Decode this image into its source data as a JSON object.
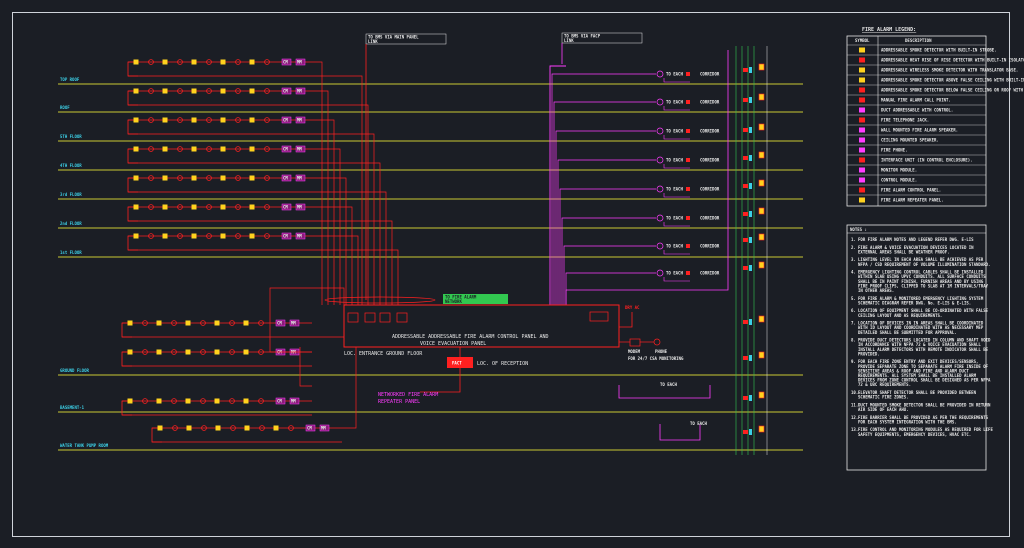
{
  "colors": {
    "background": "#1b1e25",
    "red": "#ff2020",
    "magenta": "#ff3cff",
    "yellow": "#c8c832",
    "cyan": "#3ccfe6",
    "white": "#e8e8e8",
    "green": "#32c850"
  },
  "floors": {
    "upper": [
      "TOP ROOF",
      "ROOF",
      "5TH FLOOR",
      "4TH FLOOR",
      "3rd FLOOR",
      "2nd FLOOR",
      "1st FLOOR"
    ],
    "lower": [
      "GROUND FLOOR",
      "BASEMENT-1",
      "WATER TANK PUMP ROOM"
    ]
  },
  "panel": {
    "title_line1": "ADDRESSABLE ADDRESSABLE FIRE ALARM CONTROL PANEL AND",
    "title_line2": "VOICE EVACUATION PANEL",
    "location": "LOC. ENTRANCE GROUND FLOOR",
    "fact_label": "FACT",
    "fact_location": "LOC. OF RECEPTION",
    "repeater_line1": "NETWORKED FIRE ALARM",
    "repeater_line2": "REPEATER PANEL",
    "modem_label": "MODEM",
    "phone_label": "PHONE",
    "monitoring": "FOR 24/7 CSA MONITORING"
  },
  "voice_risers": {
    "labels": [
      "TO EACH",
      "TO EACH",
      "TO EACH",
      "TO EACH",
      "TO EACH",
      "TO EACH",
      "TO EACH",
      "TO EACH"
    ],
    "corridor": [
      "CORRIDOR",
      "CORRIDOR",
      "CORRIDOR",
      "CORRIDOR",
      "CORRIDOR",
      "CORRIDOR",
      "CORRIDOR",
      "CORRIDOR"
    ],
    "lower_labels": [
      "TO EACH",
      "TO EACH"
    ]
  },
  "legend": {
    "title": "FIRE ALARM LEGEND:",
    "col_symbol": "SYMBOL",
    "col_description": "DESCRIPTION",
    "rows": [
      "ADDRESSABLE SMOKE DETECTOR WITH BUILT-IN STROBE.",
      "ADDRESSABLE HEAT RISE OF RISE DETECTOR WITH BUILT-IN ISOLATOR.",
      "ADDRESSABLE WIRELESS SMOKE DETECTOR WITH TRANSLATOR BASE.",
      "ADDRESSABLE SMOKE DETECTOR ABOVE FALSE CEILING WITH BUILT-IN ISOLATOR & WITH LED LAMP INDICATOR.",
      "ADDRESSABLE SMOKE DETECTOR BELOW FALSE CEILING OR ROOF WITH BUILT-IN ISOLATOR & WITH LED LAMP INDICATOR.",
      "MANUAL FIRE ALARM CALL POINT.",
      "DUCT ADDRESSABLE WITH CONTROL.",
      "FIRE TELEPHONE JACK.",
      "WALL MOUNTED FIRE ALARM SPEAKER.",
      "CEILING MOUNTED SPEAKER.",
      "FIRE PHONE.",
      "INTERFACE UNIT (IN CONTROL ENCLOSURE).",
      "MONITOR MODULE.",
      "CONTROL MODULE.",
      "FIRE ALARM CONTROL PANEL.",
      "FIRE ALARM REPEATER PANEL."
    ]
  },
  "notes": {
    "title": "NOTES :",
    "items": [
      "FOR FIRE ALARM NOTES AND LEGEND REFER DWG. E-LIS",
      "FIRE ALARM & VOICE EVACUATION DEVICES LOCATED IN EXTERNAL AREAS SHALL BE WEATHER PROOF.",
      "LIGHTING LEVEL IN EACH AREA SHALL BE ACHIEVED AS PER NFPA / CSD REQUIREMENT OF VOLUME ILLUMINATION STANDARD.",
      "EMERGENCY LIGHTING CONTROL CABLES SHALL BE INSTALLED WITHIN SLAB USING UPVC CONDUITS. ALL SURFACE CONDUITS SHALL BE IN PAINT FINISH, FURNISH AREAS AND BY USING FIRE PROOF CLIPS, CLIPPED TO SLAB AT 1M INTERVALS/TRAY IN OTHER AREAS.",
      "FOR FIRE ALARM & MONITORED EMERGENCY LIGHTING SYSTEM SCHEMATIC DIAGRAM REFER DWG. No. E-LIS & E-LIS.",
      "LOCATION OF EQUIPMENT SHALL BE CO-ORDINATED WITH FALSE CEILING LAYOUT AND AS REQUIREMENTS.",
      "LOCATION OF DEVICES IN IN AREAS SHALL BE COORDINATED WITH ID LAYOUT AND COORDINATED WITH AS NECESSARY MEP DETAILED SHALL BE SUBMITTED FOR APPROVAL.",
      "PROVIDE DUCT DETECTORS LOCATED IN COLUMN AND SHAFT VOID IN ACCORDANCE WITH NFPA 72 & VOICE EVACUATION SHALL INSTALL ALARM DETECTORS WITH REMOTE INDICATOR SHALL BE PROVIDED.",
      "FOR EACH FIRE ZONE ENTRY AND EXIT DEVICES/SENSORS, PROVIDE SEPARATE ZONE TO SEPARATE ALARM FIRE INSIDE OF SENSITIVE AREAS & ROOF AND FIRE AND ALARM DUCT REQUIREMENTS. ALL SYSTEM SHALL BE INSTALLED ALARM DEVICES FROM ZONE CONTROL SHALL BE DESIGNED AS PER NFPA 72 & UBC REQUIREMENTS.",
      "ELEVATOR SHAFT DETECTOR SHALL BE PROVIDED BETWEEN SCHEMATIC FIRE ZONES.",
      "DUCT MOUNTED SMOKE DETECTOR SHALL BE PROVIDED IN RETURN AIR SIDE OF EACH AHU.",
      "FIRE BARRIER SHALL BE PROVIDED AS PER THE REQUIREMENTS FOR EACH SYSTEM INTEGRATION WITH THE BMS.",
      "FIRE CONTROL AND MONITORING MODULES AS REQUIRED FOR LIFE SAFETY EQUIPMENTS, EMERGENCY DEVICES, HVAC ETC."
    ]
  },
  "top_tags": {
    "left_line1": "TO BMS VIA MAIN PANEL",
    "left_line2": "LINK",
    "right_line1": "TO BMS VIA FACP",
    "right_line2": "LINK",
    "panel_tag_line1": "TO FIRE ALARM",
    "panel_tag_line2": "NETWORK"
  },
  "device_tags": {
    "cm": "CM",
    "mm": "MM"
  }
}
